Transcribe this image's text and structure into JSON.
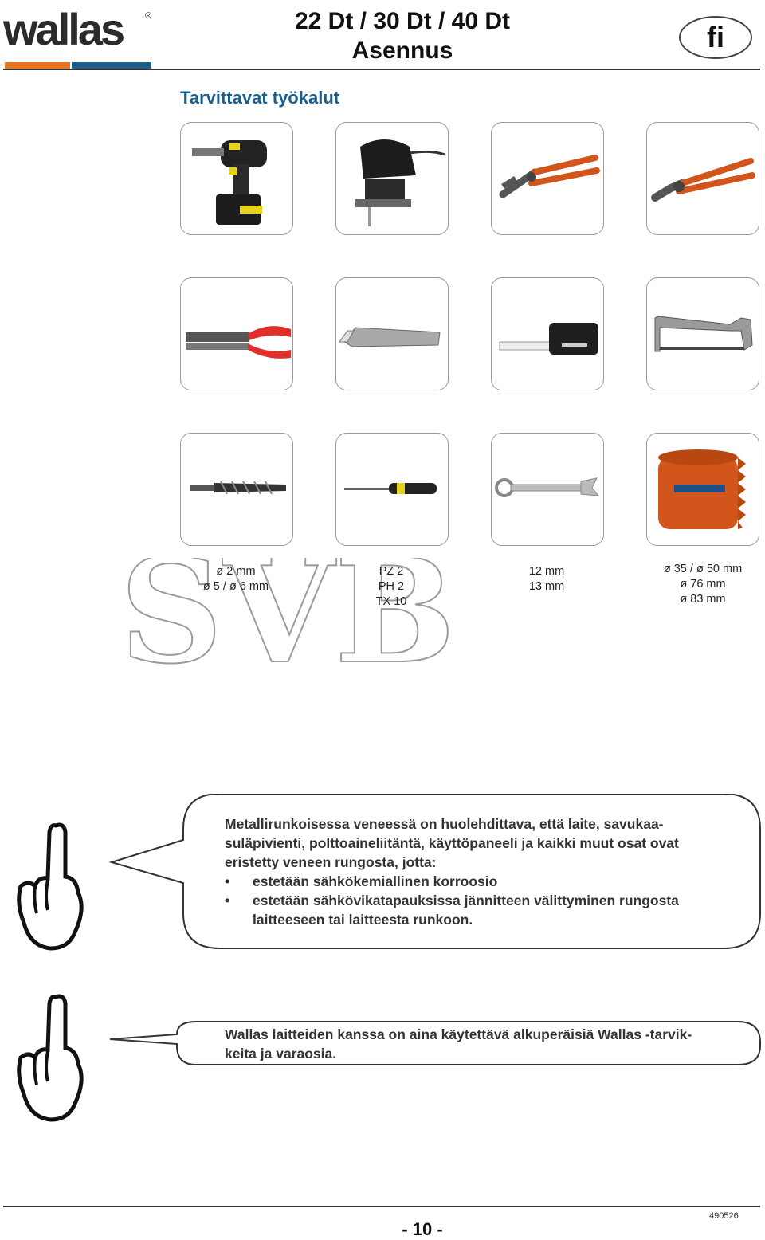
{
  "header": {
    "logo_text": "wallas",
    "logo_reg": "®",
    "title_line1": "22 Dt / 30 Dt / 40 Dt",
    "title_line2": "Asennus",
    "lang": "fi"
  },
  "section_title": "Tarvittavat työkalut",
  "tools": [
    {
      "icon": "cordless-drill-icon"
    },
    {
      "icon": "jigsaw-icon"
    },
    {
      "icon": "water-pump-pliers-icon"
    },
    {
      "icon": "side-cutter-icon"
    },
    {
      "icon": "wire-stripper-icon"
    },
    {
      "icon": "utility-knife-icon"
    },
    {
      "icon": "tape-measure-icon"
    },
    {
      "icon": "hacksaw-icon"
    },
    {
      "icon": "drill-bit-icon"
    },
    {
      "icon": "screwdriver-icon"
    },
    {
      "icon": "wrench-icon"
    },
    {
      "icon": "hole-saw-icon"
    }
  ],
  "specs": {
    "drill_bits": [
      "ø 2 mm",
      "ø 5 / ø 6 mm"
    ],
    "screwdriver": [
      "PZ 2",
      "PH 2",
      "TX 10"
    ],
    "wrench": [
      "12 mm",
      "13 mm"
    ],
    "hole_saw": [
      "ø 35 / ø 50 mm",
      "ø 76 mm",
      "ø 83 mm"
    ]
  },
  "watermark_text": "SVB",
  "note1": {
    "line1": "Metallirunkoisessa veneessä on huolehdittava, että laite, savukaa-",
    "line2": "suläpivienti, polttoaineliitäntä, käyttöpaneeli ja kaikki muut osat ovat",
    "line3": "eristetty veneen rungosta, jotta:",
    "bullet_char": "•",
    "bullet1": "estetään sähkökemiallinen korroosio",
    "bullet2a": "estetään sähkövikatapauksissa jännitteen välittyminen rungosta",
    "bullet2b": "laitteeseen tai laitteesta runkoon."
  },
  "note2": {
    "line1": "Wallas laitteiden kanssa on aina käytettävä alkuperäisiä Wallas -tarvik-",
    "line2": "keita ja varaosia."
  },
  "footer": {
    "page_number": "- 10 -",
    "doc_code": "490526"
  },
  "colors": {
    "brand_orange": "#e87722",
    "brand_blue": "#1f5f8b",
    "section_blue": "#1a5e8c"
  }
}
